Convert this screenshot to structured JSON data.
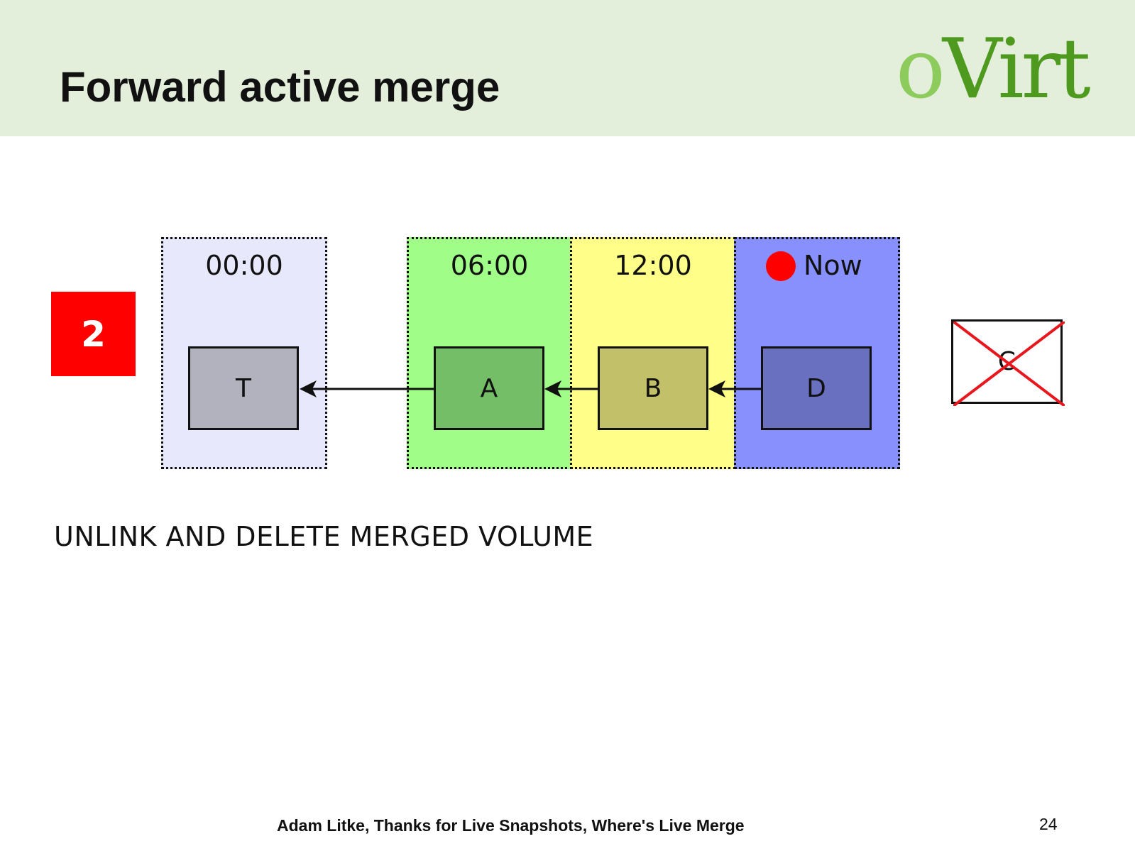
{
  "header": {
    "title": "Forward active merge",
    "logo_prefix": "o",
    "logo_suffix": "Virt",
    "background": "#e3eedb"
  },
  "step": {
    "number": "2",
    "color": "#fe0000"
  },
  "zones": [
    {
      "id": "t",
      "time": "00:00",
      "color": "#e8e8fd"
    },
    {
      "id": "a",
      "time": "06:00",
      "color": "#a0fe88"
    },
    {
      "id": "b",
      "time": "12:00",
      "color": "#fefe88"
    },
    {
      "id": "d",
      "time": "Now",
      "color": "#8890fd"
    }
  ],
  "volumes": [
    {
      "id": "t",
      "label": "T",
      "color": "#b2b2bf"
    },
    {
      "id": "a",
      "label": "A",
      "color": "#75be68"
    },
    {
      "id": "b",
      "label": "B",
      "color": "#c2c16a"
    },
    {
      "id": "d",
      "label": "D",
      "color": "#6870bf"
    }
  ],
  "deleted_volume": {
    "label": "C",
    "cross_color": "#e8171e"
  },
  "caption": "UNLINK AND DELETE MERGED VOLUME",
  "footer": {
    "text": "Adam Litke, Thanks for Live Snapshots, Where's Live Merge",
    "page": "24"
  }
}
